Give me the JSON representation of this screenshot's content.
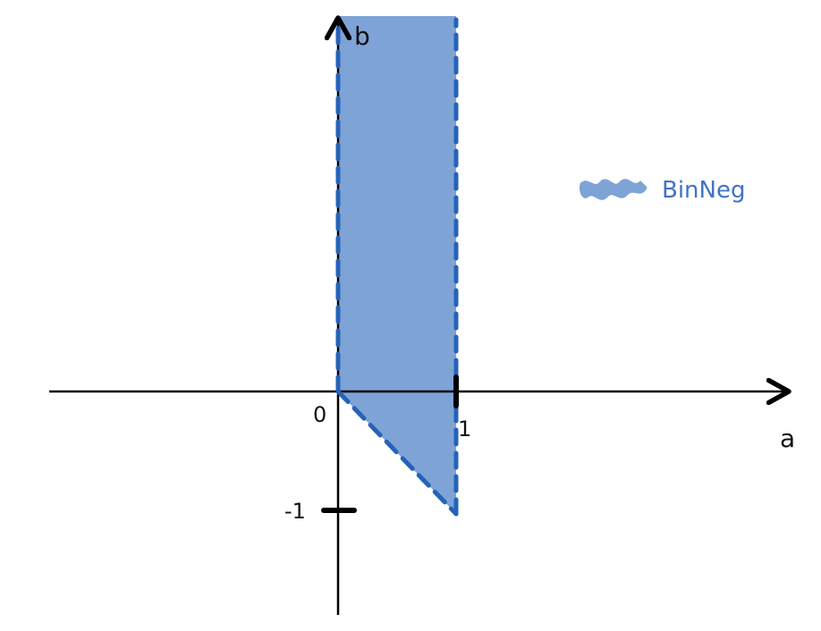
{
  "diagram": {
    "axes": {
      "x_label": "a",
      "y_label": "b",
      "color": "#000000"
    },
    "ticks": {
      "origin": "0",
      "x_one": "1",
      "y_minus_one": "-1"
    },
    "region": {
      "name": "BinNeg",
      "fill_color": "#7ea3d6",
      "border_color": "#2563b8",
      "border_style": "dashed",
      "vertices": [
        {
          "a": 0,
          "b": 0
        },
        {
          "a": 1,
          "b": -1
        },
        {
          "a": 1,
          "b": "+infinity"
        },
        {
          "a": 0,
          "b": "+infinity"
        }
      ]
    },
    "legend": {
      "label": "BinNeg",
      "text_color": "#3f73c4",
      "swatch_color": "#7ea3d6",
      "position": "right"
    }
  }
}
